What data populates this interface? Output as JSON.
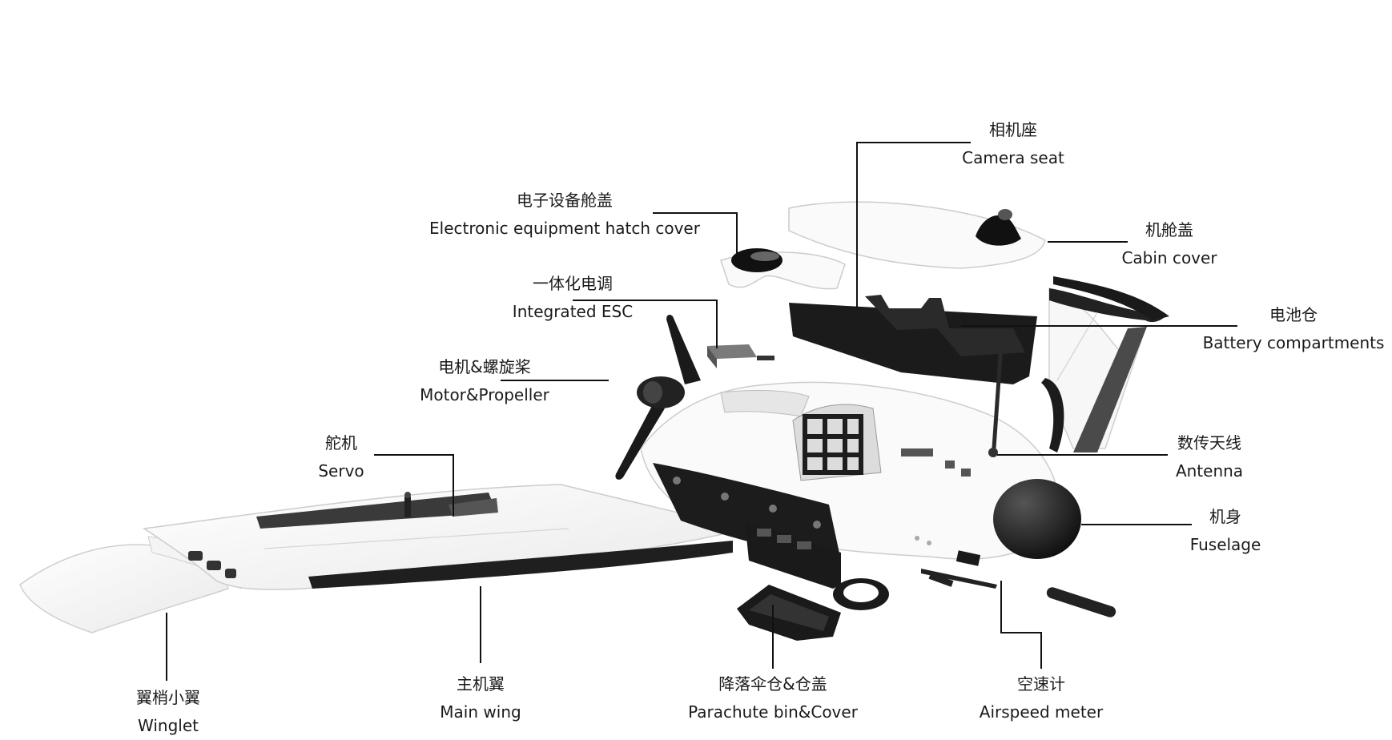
{
  "labels": {
    "camera_seat": {
      "zh": "相机座",
      "en": "Camera seat"
    },
    "cabin_cover": {
      "zh": "机舱盖",
      "en": "Cabin cover"
    },
    "electronic_hatch": {
      "zh": "电子设备舱盖",
      "en": "Electronic equipment hatch cover"
    },
    "integrated_esc": {
      "zh": "一体化电调",
      "en": "Integrated ESC"
    },
    "battery": {
      "zh": "电池仓",
      "en": "Battery compartments"
    },
    "motor_propeller": {
      "zh": "电机&螺旋桨",
      "en": "Motor&Propeller"
    },
    "servo": {
      "zh": "舵机",
      "en": "Servo"
    },
    "antenna": {
      "zh": "数传天线",
      "en": "Antenna"
    },
    "fuselage": {
      "zh": "机身",
      "en": "Fuselage"
    },
    "winglet": {
      "zh": "翼梢小翼",
      "en": "Winglet"
    },
    "main_wing": {
      "zh": "主机翼",
      "en": "Main wing"
    },
    "parachute": {
      "zh": "降落伞仓&仓盖",
      "en": "Parachute bin&Cover"
    },
    "airspeed": {
      "zh": "空速计",
      "en": "Airspeed meter"
    }
  },
  "colors": {
    "body": "#ffffff",
    "dark_parts": "#1e1e1e",
    "leader_lines": "#111111",
    "outline": "#cfcfcf"
  }
}
